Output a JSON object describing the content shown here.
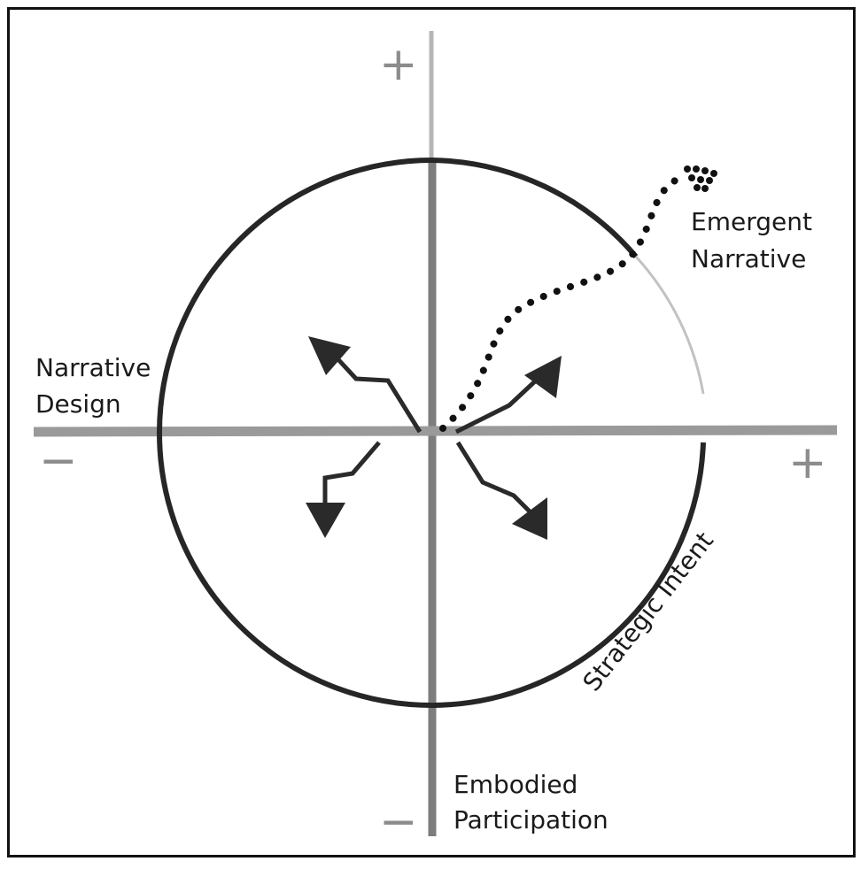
{
  "labels": {
    "narrative_design": [
      "Narrative",
      "Design"
    ],
    "emergent_narrative": [
      "Emergent",
      "Narrative"
    ],
    "embodied_participation": [
      "Embodied",
      "Participation"
    ],
    "strategic_intent": "Strategic Intent"
  },
  "signs": {
    "top": "+",
    "right": "+",
    "left": "−",
    "bottom": "−"
  },
  "colors": {
    "ink": "#1a1a1a",
    "axis": "#8c8c8c",
    "arrow": "#2a2a2a"
  }
}
